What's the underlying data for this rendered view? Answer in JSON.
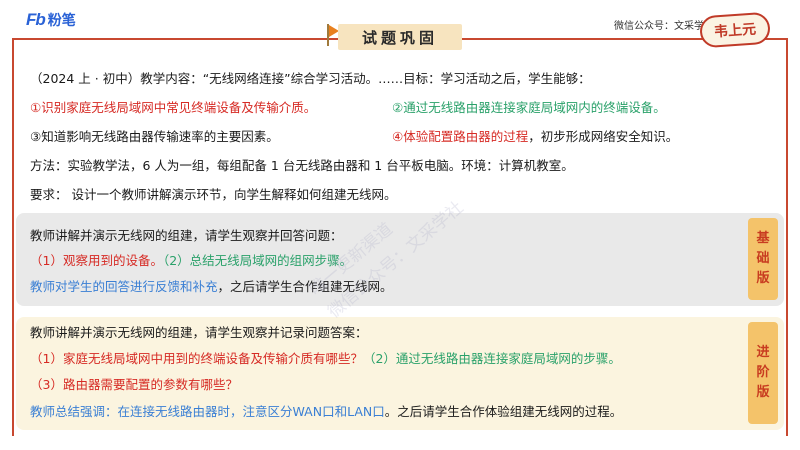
{
  "logo": {
    "mark": "Fb",
    "text": "粉笔"
  },
  "title": "试题巩固",
  "wechat": "微信公众号：文采学社",
  "stamp": "韦上元",
  "question": {
    "stem": "（2024 上 · 初中）教学内容：“无线网络连接”综合学习活动。……目标：学习活动之后，学生能够：",
    "goal1": "①识别家庭无线局域网中常见终端设备及传输介质。",
    "goal2": "②通过无线路由器连接家庭局域网内的终端设备。",
    "goal3": "③知道影响无线路由器传输速率的主要因素。",
    "goal4a": "④体验配置路由器的过程",
    "goal4b": "，初步形成网络安全知识。",
    "method": "方法：实验教学法，6 人为一组，每组配备 1 台无线路由器和 1 台平板电脑。环境：计算机教室。",
    "requirement": " 要求： 设计一个教师讲解演示环节，向学生解释如何组建无线网。"
  },
  "basic": {
    "tag": [
      "基",
      "础",
      "版"
    ],
    "line1": "教师讲解并演示无线网的组建，请学生观察并回答问题：",
    "q1": "（1）观察用到的设备。",
    "q2": "（2）总结无线局域网的组网步骤。",
    "feedback": "教师对学生的回答进行反馈和补充",
    "after": "，之后请学生合作组建无线网。"
  },
  "advanced": {
    "tag": [
      "进",
      "阶",
      "版"
    ],
    "line1": "教师讲解并演示无线网的组建，请学生观察并记录问题答案：",
    "q1": "（1）家庭无线局域网中用到的终端设备及传输介质有哪些？",
    "q2": "（2）通过无线路由器连接家庭局域网的步骤。",
    "q3": "（3）路由器需要配置的参数有哪些？",
    "summary": "教师总结强调：在连接无线路由器时，注意区分WAN口和LAN口",
    "after": "。之后请学生合作体验组建无线网的过程。"
  },
  "watermark": {
    "line1": "唯一更新渠道",
    "line2": "微信公众号：文采学社"
  }
}
